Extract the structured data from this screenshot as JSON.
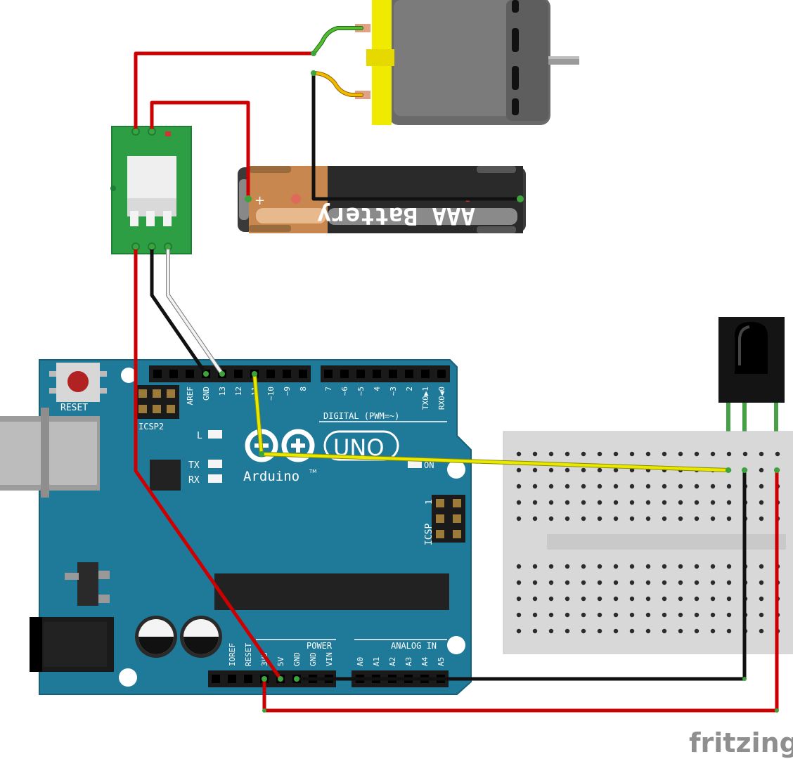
{
  "arduino": {
    "reset_label": "RESET",
    "icsp2_label": "ICSP2",
    "icsp_label": "ICSP",
    "icsp_pin1_label": "1",
    "l_label": "L",
    "tx_label": "TX",
    "rx_label": "RX",
    "on_label": "ON",
    "digital_label": "DIGITAL (PWM=~)",
    "power_label": "POWER",
    "analog_label": "ANALOG IN",
    "model_label": "UNO",
    "brand_label": "Arduino",
    "tm_label": "TM",
    "digital_pins": [
      "AREF",
      "GND",
      "13",
      "12",
      "~11",
      "~10",
      "~9",
      "8",
      "7",
      "~6",
      "~5",
      "4",
      "~3",
      "2",
      "TX0▶1",
      "RX0◀0"
    ],
    "power_pins": [
      "IOREF",
      "RESET",
      "3V3",
      "5V",
      "GND",
      "GND",
      "VIN"
    ],
    "analog_pins": [
      "A0",
      "A1",
      "A2",
      "A3",
      "A4",
      "A5"
    ]
  },
  "battery": {
    "label": "AAA Battery",
    "plus": "+",
    "minus": "-"
  },
  "colors": {
    "board": "#1f7a99",
    "wire_red": "#cc0000",
    "wire_black": "#111111",
    "wire_yellow": "#e8e800",
    "wire_white": "#f2f2f2",
    "wire_green": "#55bb33",
    "wire_orange": "#f5b800",
    "relay_pcb": "#2e9e45",
    "motor_yellow": "#f0ea00",
    "motor_body": "#6a6a6a"
  },
  "watermark": "fritzing"
}
